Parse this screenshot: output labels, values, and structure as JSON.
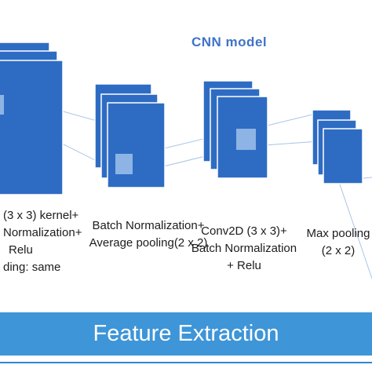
{
  "diagram": {
    "title": "CNN model",
    "colors": {
      "block_fill": "#2e6cc4",
      "block_edge": "#ffffff",
      "focus_patch": "#9dc1ea",
      "connector": "#a9c4e6",
      "title_color": "#3f73c8",
      "footer_bar": "#3e95d8",
      "footer_line": "#2f87cf",
      "background": "#ffffff"
    },
    "layers": [
      {
        "id": "conv1",
        "lines": [
          "(3 x 3) kernel+",
          "Normalization+",
          "Relu",
          "ding: same"
        ]
      },
      {
        "id": "batchnorm-avgpool",
        "lines": [
          "Batch Normalization+",
          "Average pooling(2 x 2)"
        ]
      },
      {
        "id": "conv2d",
        "lines": [
          "Conv2D (3 x 3)+",
          "Batch Normalization",
          "+ Relu"
        ]
      },
      {
        "id": "maxpool",
        "lines": [
          "Max pooling",
          "(2 x 2)"
        ]
      }
    ],
    "footer": "Feature Extraction"
  }
}
